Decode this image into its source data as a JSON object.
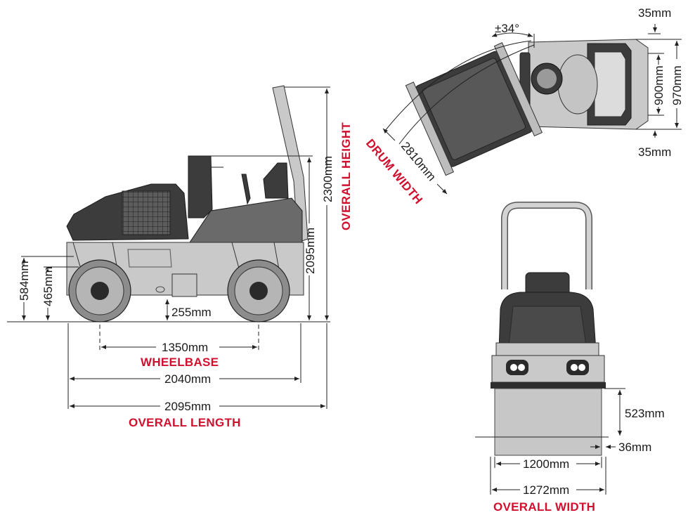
{
  "labels": {
    "overall_height": "OVERALL HEIGHT",
    "drum_width": "DRUM WIDTH",
    "wheelbase": "WHEELBASE",
    "overall_length": "OVERALL LENGTH",
    "overall_width": "OVERALL WIDTH"
  },
  "dimensions": {
    "height_total": "2300mm",
    "height_rops": "2095mm",
    "drum_dia_front": "584mm",
    "drum_dia_rear": "465mm",
    "ground_clearance": "255mm",
    "wheelbase": "1350mm",
    "length_inner": "2040mm",
    "length_total": "2095mm",
    "steer_angle": "±34°",
    "drum_width_diag": "2810mm",
    "top_offset": "35mm",
    "bottom_offset": "35mm",
    "inner_width": "900mm",
    "outer_width": "970mm",
    "drum_height": "523mm",
    "drum_edge": "36mm",
    "drum_width": "1200mm",
    "overall_width": "1272mm"
  },
  "colors": {
    "accent": "#d0102e",
    "machine_dark": "#3c3c3c",
    "machine_light": "#c9c9c9"
  }
}
